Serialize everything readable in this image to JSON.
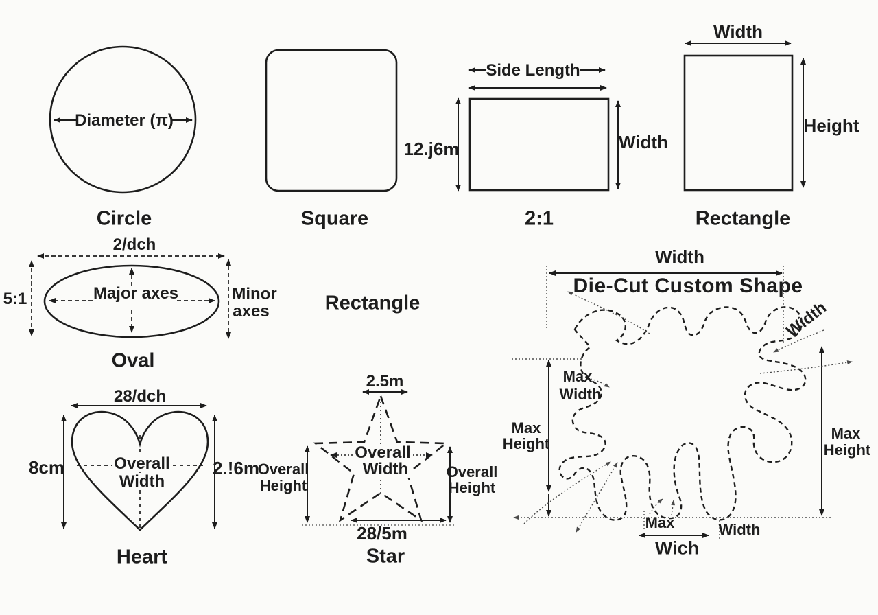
{
  "palette": {
    "background": "#fbfbf9",
    "ink": "#1d1d1d",
    "guide": "#4a4a4a"
  },
  "circle": {
    "name": "Circle",
    "diameter": "Diameter (π)"
  },
  "square": {
    "name": "Square",
    "side": "12.j6m"
  },
  "ratio21": {
    "name": "2:1",
    "side_length": "Side Length",
    "width": "Width"
  },
  "rectangle": {
    "name": "Rectangle",
    "width": "Width",
    "height": "Height"
  },
  "oval": {
    "name": "Oval",
    "top": "2/dch",
    "ratio": "5:1",
    "major": "Major axes",
    "minor1": "Minor",
    "minor2": "axes"
  },
  "midRectangle": {
    "name": "Rectangle"
  },
  "heart": {
    "name": "Heart",
    "top": "28/dch",
    "left": "8cm",
    "right": "2.!6m",
    "inner1": "Overall",
    "inner2": "Width"
  },
  "star": {
    "name": "Star",
    "top": "2.5m",
    "bottom": "28/5m",
    "left1": "Overall",
    "left2": "Height",
    "right1": "Overall",
    "right2": "Height",
    "inner1": "Overall",
    "inner2": "Width"
  },
  "dieCut": {
    "title": "Die-Cut Custom Shape",
    "width_top": "Width",
    "width_rot": "Width",
    "max1": "Max",
    "max2": "Width",
    "lh1": "Max",
    "lh2": "Height",
    "rh1": "Max",
    "rh2": "Height",
    "bmax": "Max",
    "bwidth": "Width",
    "wich": "Wich"
  }
}
